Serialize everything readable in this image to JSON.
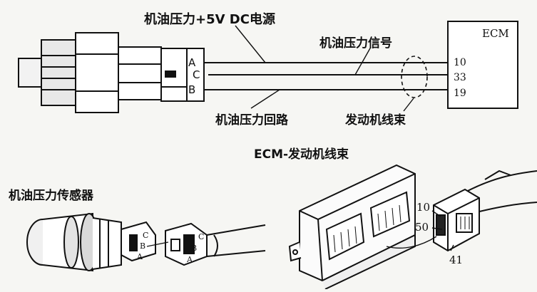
{
  "labels": {
    "supply": "机油压力+5V DC电源",
    "signal": "机油压力信号",
    "return": "机油压力回路",
    "harness": "发动机线束",
    "ecm_harness": "ECM-发动机线束",
    "sensor": "机油压力传感器",
    "ecm": "ECM"
  },
  "connector_pins": [
    "A",
    "C",
    "B"
  ],
  "ecm_pins": [
    "10",
    "33",
    "19"
  ],
  "plug_pins": [
    "C",
    "B",
    "A"
  ],
  "socket_pins": [
    "C",
    "B",
    "A"
  ],
  "harness_plug_pins": [
    "10",
    "50",
    "41"
  ]
}
